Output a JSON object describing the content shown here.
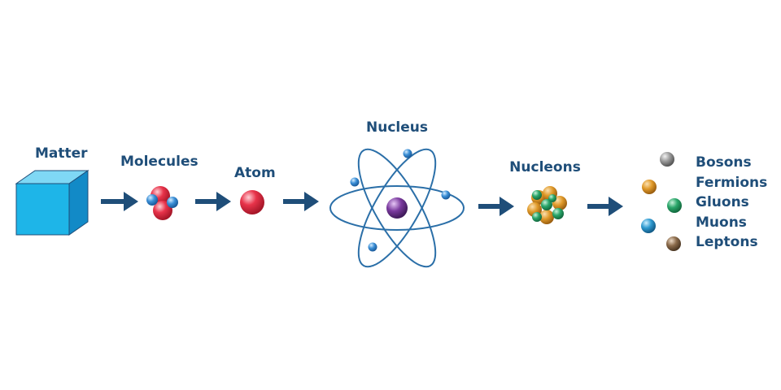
{
  "stages": {
    "matter": "Matter",
    "molecules": "Molecules",
    "atom": "Atom",
    "nucleus": "Nucleus",
    "nucleons": "Nucleons"
  },
  "particles": [
    "Bosons",
    "Fermions",
    "Gluons",
    "Muons",
    "Leptons"
  ],
  "colors": {
    "label": "#1f4e79",
    "arrow": "#1f4e79",
    "cube_front": "#1eb5e8",
    "cube_top": "#7fd8f5",
    "cube_side": "#128ac7",
    "proton_red": "#e8334a",
    "electron_blue": "#3b8fd6",
    "nucleus_purple": "#7a3a9e",
    "orbit": "#2b6fa8",
    "bosons": "#9a9a9a",
    "fermions": "#e09a2a",
    "gluons": "#2aa66a",
    "muons": "#2f9ad0",
    "leptons": "#8a6a4a"
  }
}
